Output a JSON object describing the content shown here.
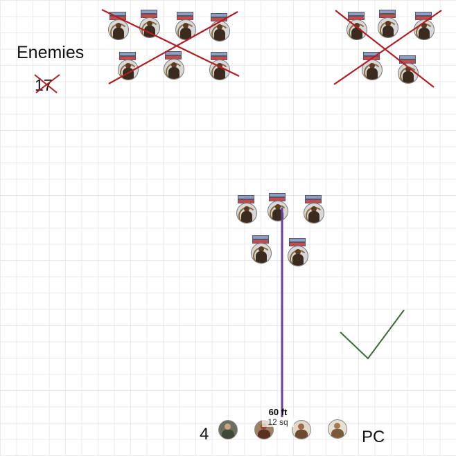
{
  "labels": {
    "enemies": "Enemies",
    "enemy_count": "17",
    "pc": "PC",
    "party_count": "4"
  },
  "measurement": {
    "distance": "60 ft",
    "squares": "12 sq"
  },
  "colors": {
    "cross_mark": "#b01e23",
    "check_mark": "#3a6b35",
    "measure_line": "#6b3fa0",
    "grid": "#e9e9e9"
  },
  "token_icon": "bandit-archer-icon",
  "groups": {
    "defeated_group_1": "crossed-out",
    "defeated_group_2": "crossed-out",
    "active_group": "alive"
  }
}
